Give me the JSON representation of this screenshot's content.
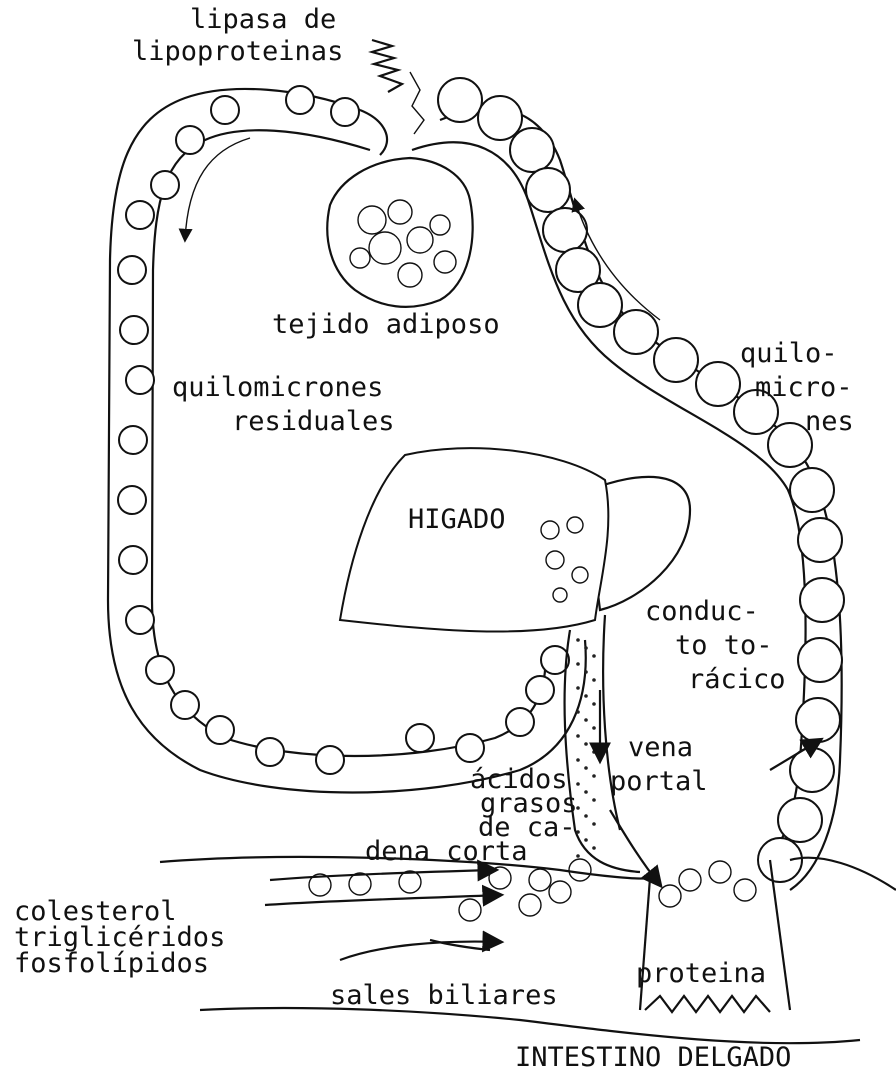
{
  "labels": {
    "lipase_line1": "lipasa de",
    "lipase_line2": "lipoproteinas",
    "adipose": "tejido adiposo",
    "chylo_line1": "quilo-",
    "chylo_line2": "micro-",
    "chylo_line3": "nes",
    "residual_line1": "quilomicrones",
    "residual_line2": "residuales",
    "liver": "HIGADO",
    "thoracic_line1": "conduc-",
    "thoracic_line2": "to to-",
    "thoracic_line3": "rácico",
    "portal_line1": "vena",
    "portal_line2": "portal",
    "fatty_line1": "ácidos",
    "fatty_line2": "grasos",
    "fatty_line3": "de ca-",
    "fatty_line4": "dena corta",
    "input_line1": "colesterol",
    "input_line2": "triglicéridos",
    "input_line3": "fosfolípidos",
    "protein": "proteina",
    "bile": "sales biliares",
    "intestine": "INTESTINO DELGADO"
  }
}
